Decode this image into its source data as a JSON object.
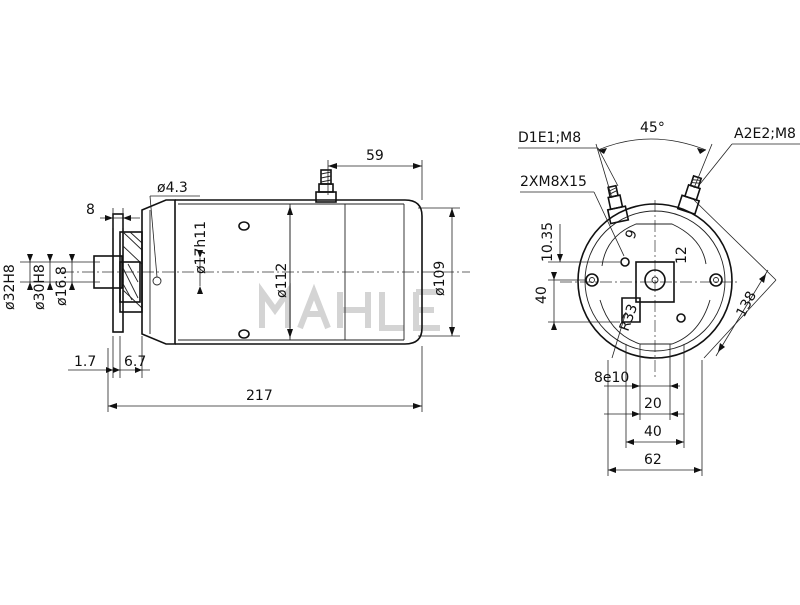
{
  "drawing": {
    "watermark": "MAHLE",
    "side_view": {
      "overall_length": "217",
      "housing_length": "59",
      "flange_width": "8",
      "pin_hole": "ø4.3",
      "shaft_dia": "ø17h11",
      "body_dia": "ø112",
      "rear_dia": "ø109",
      "spigot_32": "ø32H8",
      "spigot_30": "ø30H8",
      "shaft_16": "ø16.8",
      "offset_a": "1.7",
      "offset_b": "6.7"
    },
    "end_view": {
      "terminal_d": "D1E1;M8",
      "terminal_a": "A2E2;M8",
      "angle": "45°",
      "mount_screws": "2XM8X15",
      "dim_1035": "10.35",
      "dim_9": "9",
      "dim_12": "12",
      "dim_40v": "40",
      "radius": "R33",
      "dim_138": "138",
      "key": "8e10",
      "dim_20": "20",
      "dim_40h": "40",
      "dim_62": "62"
    }
  }
}
